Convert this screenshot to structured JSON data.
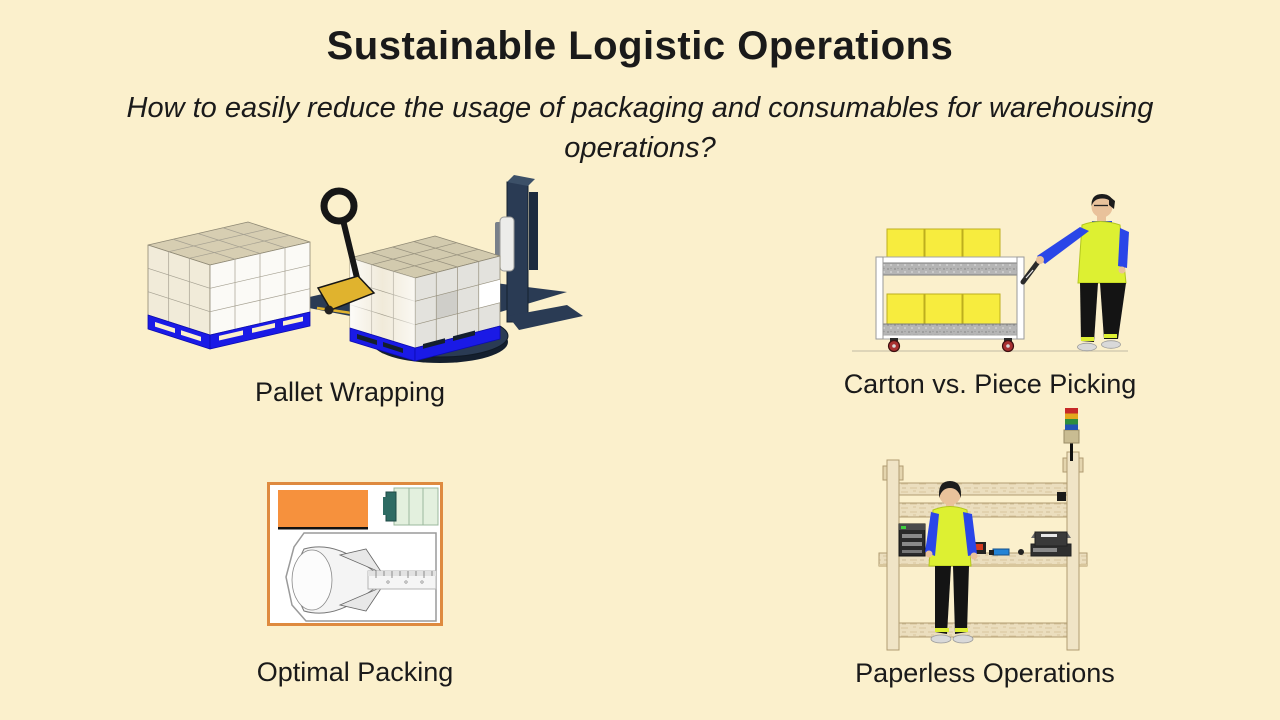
{
  "slide": {
    "title": "Sustainable Logistic Operations",
    "subtitle": "How to easily reduce the usage of packaging and consumables for warehousing operations?"
  },
  "quadrants": [
    {
      "id": "pallet-wrapping",
      "label": "Pallet Wrapping"
    },
    {
      "id": "carton-vs-piece-picking",
      "label": "Carton vs. Piece Picking"
    },
    {
      "id": "optimal-packing",
      "label": "Optimal Packing"
    },
    {
      "id": "paperless-operations",
      "label": "Paperless Operations"
    }
  ],
  "palette": {
    "background": "#FBF0CC",
    "text": "#1A1A1A",
    "box_yellow": "#F7EC3E",
    "vest_green": "#DDF032",
    "shirt_blue": "#2A46E8",
    "pallet_blue": "#1A1AE6",
    "machine_navy": "#2A3B54",
    "jack_yellow": "#E0B32E",
    "accent_orange": "#DE8A3F",
    "box_orange": "#F6913D",
    "shelf_gray": "#B5B5B5",
    "wood": "#EBDEBE",
    "status_light_colors": [
      "#C62828",
      "#E3A81C",
      "#2E8E3E",
      "#2353B5"
    ]
  }
}
